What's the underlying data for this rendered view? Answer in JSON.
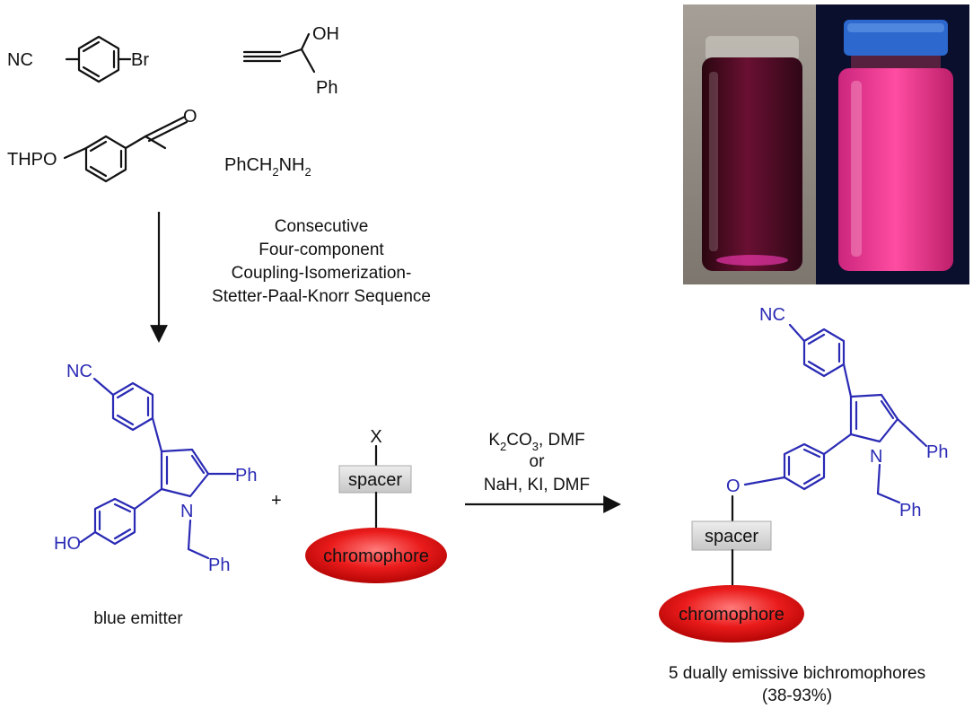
{
  "reagents": {
    "nc_label": "NC",
    "br_label": "Br",
    "oh_label": "OH",
    "ph_label": "Ph",
    "thpo_label": "THPO",
    "o_label": "O",
    "amine_main": "PhCH",
    "amine_sub1": "2",
    "amine_mid": "NH",
    "amine_sub2": "2"
  },
  "reaction1": {
    "line1": "Consecutive",
    "line2": "Four-component",
    "line3": "Coupling-Isomerization-",
    "line4": "Stetter-Paal-Knorr Sequence"
  },
  "emitter": {
    "nc_label": "NC",
    "ho_label": "HO",
    "n_label": "N",
    "ph_label": "Ph",
    "bn_ph_label": "Ph",
    "caption": "blue emitter"
  },
  "plus": "+",
  "linker": {
    "x_label": "X",
    "spacer_label": "spacer",
    "chromophore_label": "chromophore"
  },
  "reaction2": {
    "k_main": "K",
    "k_sub": "2",
    "co_main": "CO",
    "co_sub": "3",
    "k_rest": ", DMF",
    "or_label": "or",
    "line3": "NaH, KI, DMF"
  },
  "product": {
    "nc_label": "NC",
    "o_label": "O",
    "n_label": "N",
    "ph_label": "Ph",
    "bn_ph_label": "Ph",
    "spacer_label": "spacer",
    "chromophore_label": "chromophore",
    "caption_line1": "5 dually emissive bichromophores",
    "caption_line2": "(38-93%)"
  },
  "colors": {
    "structure_blue": "#2a2ab5",
    "chromophore_red": "#e8161c",
    "spacer_gray": "#d6d6d6",
    "fluorescence_pink": "#ff2f8c"
  }
}
